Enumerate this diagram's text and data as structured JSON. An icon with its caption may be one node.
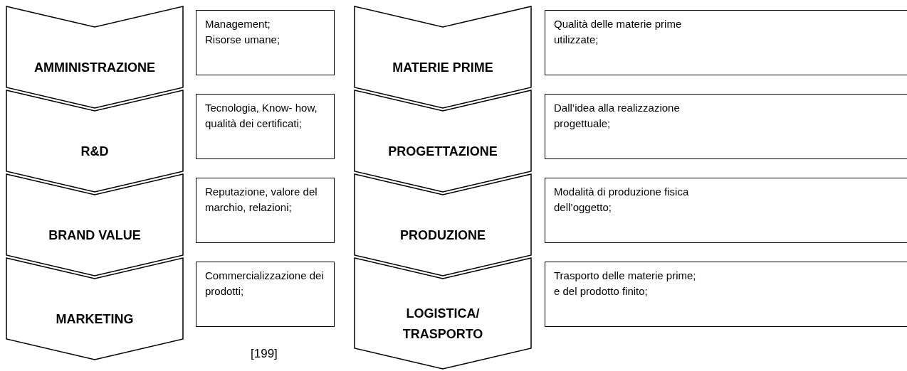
{
  "diagram": {
    "nodes": [
      {
        "text": [
          "AMMINISTRAZIONE"
        ]
      },
      {
        "text": [
          "Management;",
          "Risorse umane;"
        ]
      },
      {
        "text": [
          "R&D"
        ]
      },
      {
        "text": [
          "Tecnologia, Know- how, qualità dei certificati;"
        ]
      },
      {
        "text": [
          "BRAND VALUE"
        ]
      },
      {
        "text": [
          "Reputazione, valore del marchio, relazioni;"
        ]
      },
      {
        "text": [
          "MARKETING"
        ]
      },
      {
        "text": [
          "Commercializzazione dei prodotti;"
        ]
      },
      {
        "text": [
          "MATERIE PRIME"
        ]
      },
      {
        "text": [
          "Qualità delle materie prime utilizzate;"
        ]
      },
      {
        "text": [
          "PROGETTAZIONE"
        ]
      },
      {
        "text": [
          "Dall’idea alla realizzazione progettuale;"
        ]
      },
      {
        "text": [
          "PRODUZIONE"
        ]
      },
      {
        "text": [
          "Modalità di produzione fisica dell’oggetto;"
        ]
      },
      {
        "text": [
          "LOGISTICA/ TRASPORTO"
        ]
      },
      {
        "text": [
          "Trasporto delle materie prime; e del prodotto finito;"
        ]
      }
    ],
    "edges": [],
    "labels": [
      "[199]"
    ]
  }
}
